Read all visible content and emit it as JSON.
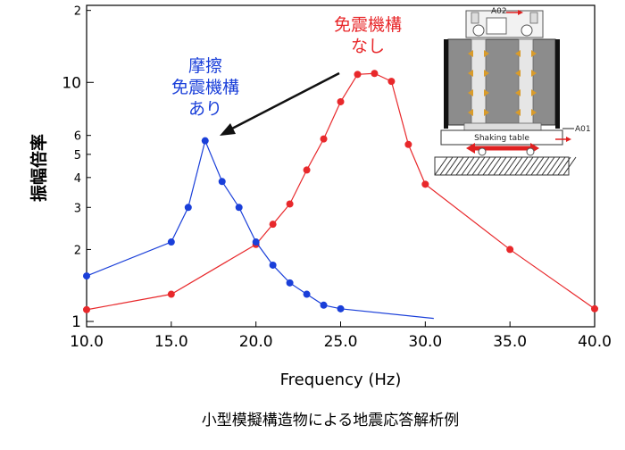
{
  "chart_data": {
    "type": "line",
    "xlabel": "Frequency (Hz)",
    "ylabel": "振幅倍率",
    "caption": "小型模擬構造物による地震応答解析例",
    "x_scale": "linear",
    "y_scale": "log",
    "xlim": [
      10,
      40
    ],
    "ylim": [
      0.95,
      21
    ],
    "x_ticks": [
      "10.0",
      "15.0",
      "20.0",
      "25.0",
      "30.0",
      "35.0",
      "40.0"
    ],
    "x_tick_values": [
      10,
      15,
      20,
      25,
      30,
      35,
      40
    ],
    "y_ticks": [
      {
        "value": 1,
        "label": "1",
        "major": true
      },
      {
        "value": 2,
        "label": "2",
        "major": false
      },
      {
        "value": 3,
        "label": "3",
        "major": false
      },
      {
        "value": 4,
        "label": "4",
        "major": false
      },
      {
        "value": 5,
        "label": "5",
        "major": false
      },
      {
        "value": 6,
        "label": "6",
        "major": false
      },
      {
        "value": 10,
        "label": "10",
        "major": true
      },
      {
        "value": 20,
        "label": "2",
        "major": false
      }
    ],
    "grid": false,
    "series": [
      {
        "color": "#e8282b",
        "label_lines": [
          "免震機構",
          "なし"
        ],
        "x": [
          10,
          15,
          20,
          21,
          22,
          23,
          24,
          25,
          26,
          27,
          28,
          29,
          30,
          35,
          40
        ],
        "y": [
          1.12,
          1.3,
          2.1,
          2.55,
          3.1,
          4.3,
          5.8,
          8.3,
          10.8,
          10.9,
          10.1,
          5.5,
          3.75,
          2.0,
          1.13
        ]
      },
      {
        "color": "#1a3fd9",
        "label_lines": [
          "摩擦",
          "免震機構",
          "あり"
        ],
        "x": [
          10,
          15,
          16,
          17,
          18,
          19,
          20,
          21,
          22,
          23,
          24,
          25,
          30.5
        ],
        "y": [
          1.55,
          2.15,
          3.0,
          5.7,
          3.85,
          3.0,
          2.15,
          1.72,
          1.45,
          1.3,
          1.17,
          1.13,
          1.03
        ]
      }
    ],
    "inset": {
      "top_label": "A02",
      "side_label": "A01",
      "table_label": "Shaking table"
    }
  }
}
